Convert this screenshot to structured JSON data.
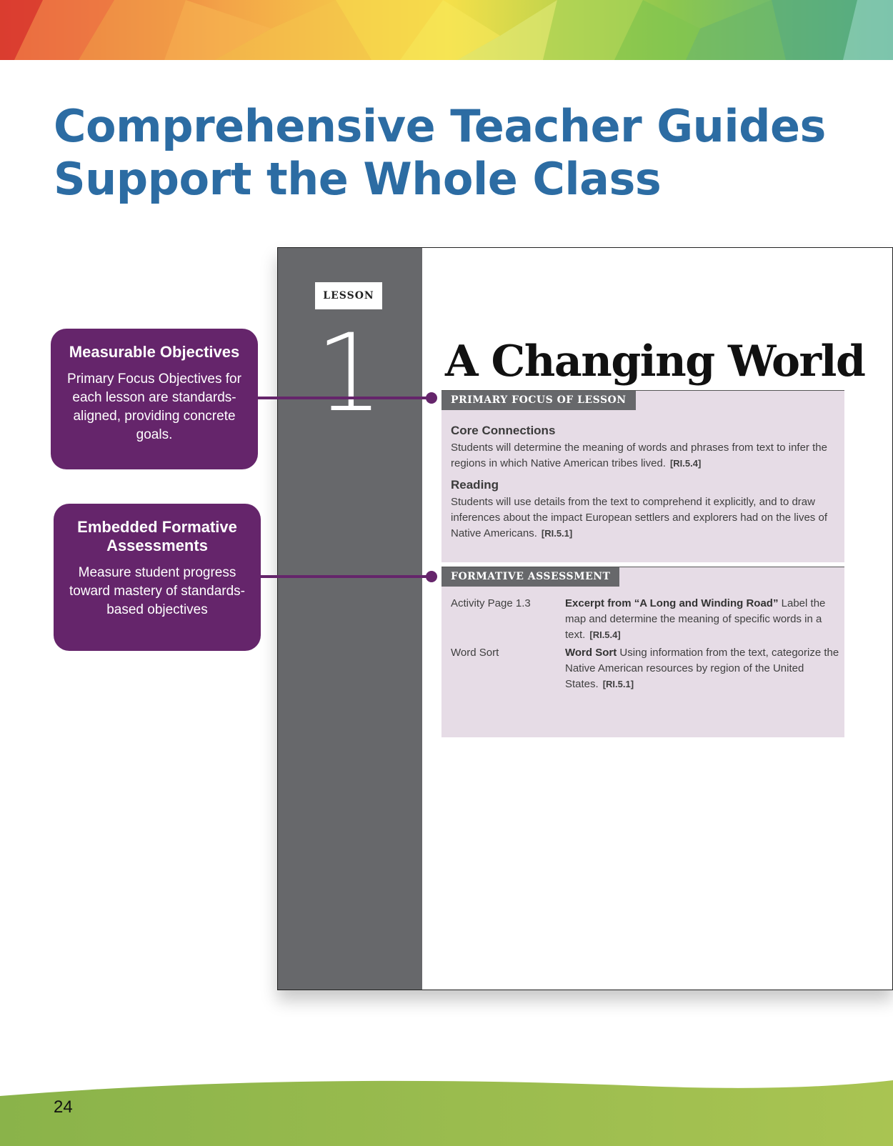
{
  "page": {
    "title_line_1": "Comprehensive Teacher Guides",
    "title_line_2": "Support the Whole Class",
    "page_number": "24"
  },
  "colors": {
    "title_blue": "#2c6ca3",
    "callout_purple": "#65256b",
    "sidebar_gray": "#67686b",
    "panel_lavender": "#e6dce6",
    "footer_green": "#98ba50"
  },
  "callouts": [
    {
      "heading": "Measurable Objectives",
      "body": "Primary Focus Objectives for each lesson are standards-aligned, providing concrete goals."
    },
    {
      "heading": "Embedded Formative Assessments",
      "body": "Measure student progress toward mastery of standards-based objectives"
    }
  ],
  "lesson": {
    "tag": "LESSON",
    "number": "1",
    "title": "A Changing World",
    "primary_focus": {
      "header": "PRIMARY FOCUS OF LESSON",
      "sections": [
        {
          "title": "Core Connections",
          "text": "Students will determine the meaning of words and phrases from text to infer the regions in which Native American tribes lived.",
          "standard": "[RI.5.4]"
        },
        {
          "title": "Reading",
          "text": "Students will use details from the text to comprehend it explicitly, and to draw inferences about the impact European settlers and explorers had on the lives of Native Americans.",
          "standard": "[RI.5.1]"
        }
      ]
    },
    "formative_assessment": {
      "header": "FORMATIVE ASSESSMENT",
      "rows": [
        {
          "label": "Activity Page 1.3",
          "bold": "Excerpt from “A Long and Winding Road”",
          "text": "Label the map and determine the meaning of specific words in a text.",
          "standard": "[RI.5.4]"
        },
        {
          "label": "Word Sort",
          "bold": "Word Sort",
          "text": "Using information from the text, categorize the Native American resources by region of the United States.",
          "standard": "[RI.5.1]"
        }
      ]
    }
  }
}
